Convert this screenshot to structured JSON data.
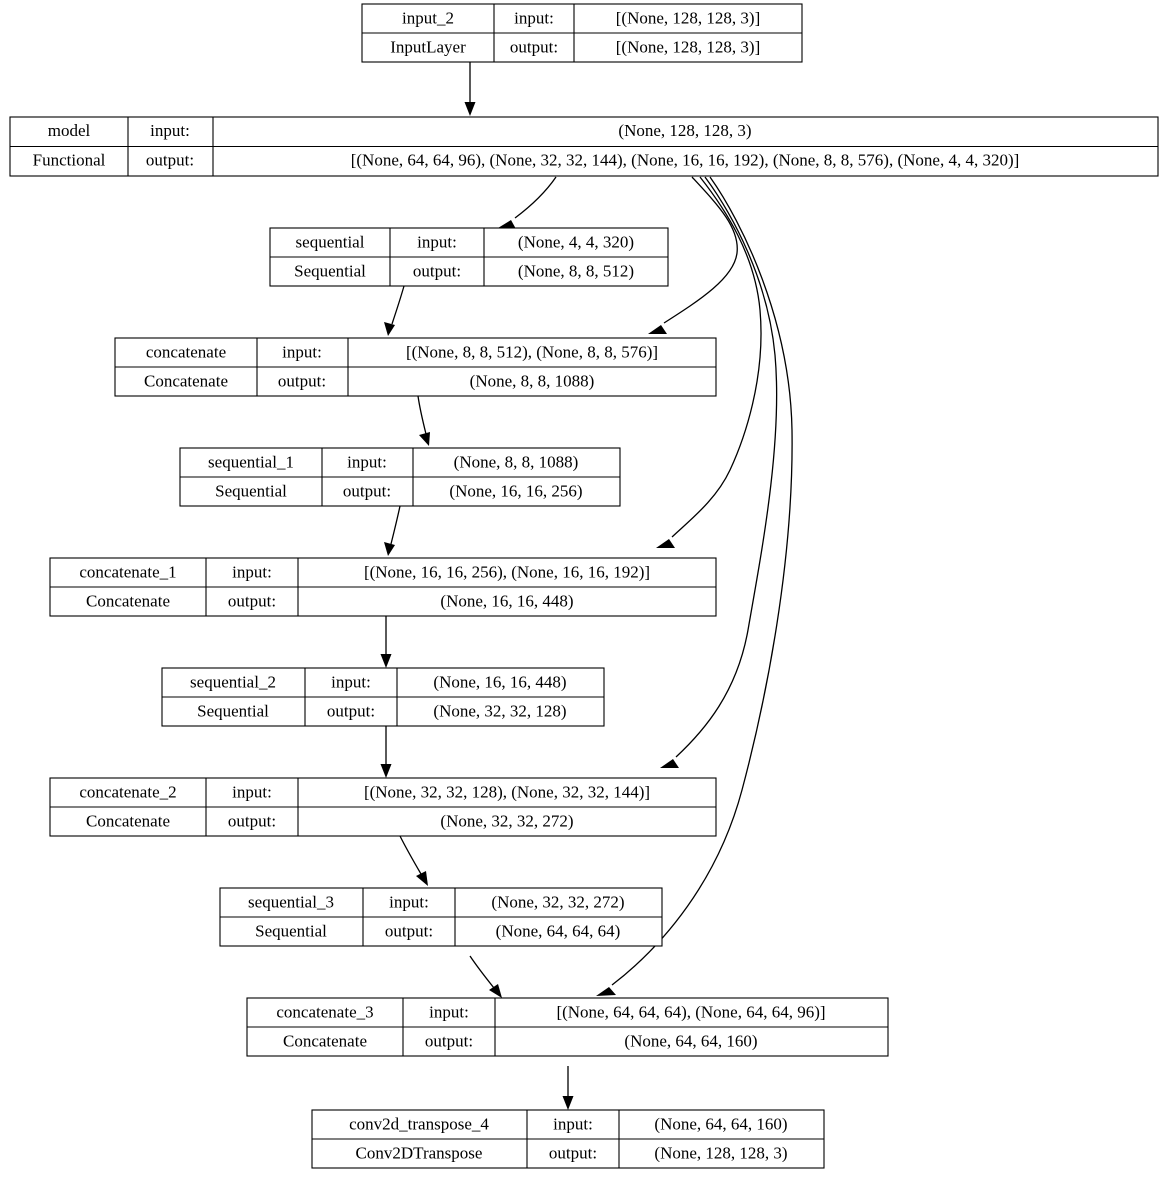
{
  "diagram": {
    "title": "Keras functional model plot",
    "kind": "neural-network-architecture-graph",
    "background_color": "#ffffff",
    "line_color": "#000000",
    "text_color": "#000000",
    "labels": {
      "input_row": "input:",
      "output_row": "output:"
    },
    "nodes": [
      {
        "id": "input_2",
        "name": "input_2",
        "class": "InputLayer",
        "input": "[(None, 128, 128, 3)]",
        "output": "[(None, 128, 128, 3)]",
        "layout": "three-column"
      },
      {
        "id": "model",
        "name": "model",
        "class": "Functional",
        "input": "(None, 128, 128, 3)",
        "output": "[(None, 64, 64, 96), (None, 32, 32, 144), (None, 16, 16, 192), (None, 8, 8, 576), (None, 4, 4, 320)]",
        "layout": "merged-value-column"
      },
      {
        "id": "sequential",
        "name": "sequential",
        "class": "Sequential",
        "input": "(None, 4, 4, 320)",
        "output": "(None, 8, 8, 512)",
        "layout": "three-column"
      },
      {
        "id": "concatenate",
        "name": "concatenate",
        "class": "Concatenate",
        "input": "[(None, 8, 8, 512), (None, 8, 8, 576)]",
        "output": "(None, 8, 8, 1088)",
        "layout": "merged-output-row"
      },
      {
        "id": "sequential_1",
        "name": "sequential_1",
        "class": "Sequential",
        "input": "(None, 8, 8, 1088)",
        "output": "(None, 16, 16, 256)",
        "layout": "three-column"
      },
      {
        "id": "concatenate_1",
        "name": "concatenate_1",
        "class": "Concatenate",
        "input": "[(None, 16, 16, 256), (None, 16, 16, 192)]",
        "output": "(None, 16, 16, 448)",
        "layout": "merged-output-row"
      },
      {
        "id": "sequential_2",
        "name": "sequential_2",
        "class": "Sequential",
        "input": "(None, 16, 16, 448)",
        "output": "(None, 32, 32, 128)",
        "layout": "three-column"
      },
      {
        "id": "concatenate_2",
        "name": "concatenate_2",
        "class": "Concatenate",
        "input": "[(None, 32, 32, 128), (None, 32, 32, 144)]",
        "output": "(None, 32, 32, 272)",
        "layout": "merged-output-row"
      },
      {
        "id": "sequential_3",
        "name": "sequential_3",
        "class": "Sequential",
        "input": "(None, 32, 32, 272)",
        "output": "(None, 64, 64, 64)",
        "layout": "three-column"
      },
      {
        "id": "concatenate_3",
        "name": "concatenate_3",
        "class": "Concatenate",
        "input": "[(None, 64, 64, 64), (None, 64, 64, 96)]",
        "output": "(None, 64, 64, 160)",
        "layout": "merged-output-row"
      },
      {
        "id": "conv2d_transpose_4",
        "name": "conv2d_transpose_4",
        "class": "Conv2DTranspose",
        "input": "(None, 64, 64, 160)",
        "output": "(None, 128, 128, 3)",
        "layout": "three-column"
      }
    ],
    "edges": [
      {
        "from": "input_2",
        "to": "model",
        "style": "straight"
      },
      {
        "from": "model",
        "to": "sequential",
        "style": "curved"
      },
      {
        "from": "model",
        "to": "concatenate",
        "style": "curved-skip"
      },
      {
        "from": "model",
        "to": "concatenate_1",
        "style": "curved-skip"
      },
      {
        "from": "model",
        "to": "concatenate_2",
        "style": "curved-skip"
      },
      {
        "from": "model",
        "to": "concatenate_3",
        "style": "curved-skip"
      },
      {
        "from": "sequential",
        "to": "concatenate",
        "style": "curved"
      },
      {
        "from": "concatenate",
        "to": "sequential_1",
        "style": "curved"
      },
      {
        "from": "sequential_1",
        "to": "concatenate_1",
        "style": "curved"
      },
      {
        "from": "concatenate_1",
        "to": "sequential_2",
        "style": "straight"
      },
      {
        "from": "sequential_2",
        "to": "concatenate_2",
        "style": "straight"
      },
      {
        "from": "concatenate_2",
        "to": "sequential_3",
        "style": "curved"
      },
      {
        "from": "sequential_3",
        "to": "concatenate_3",
        "style": "curved"
      },
      {
        "from": "concatenate_3",
        "to": "conv2d_transpose_4",
        "style": "straight"
      }
    ]
  }
}
